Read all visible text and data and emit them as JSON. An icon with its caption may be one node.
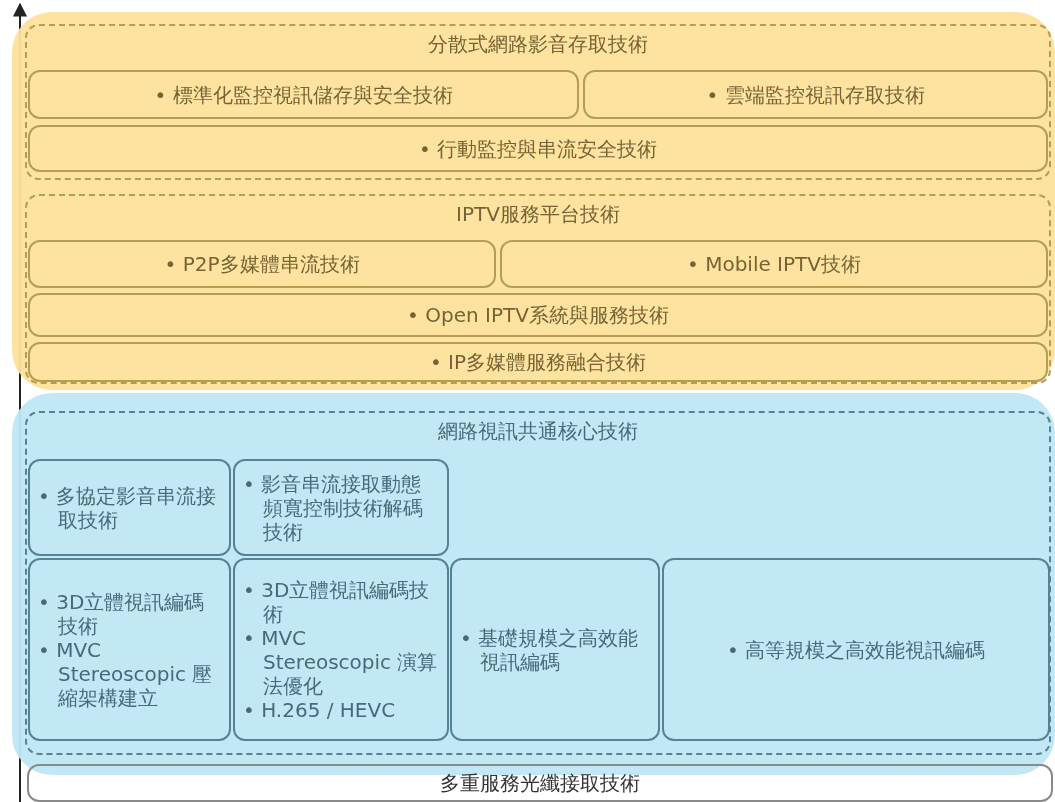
{
  "diagram": {
    "nodes": [
      {
        "text": [],
        "shape": "band"
      },
      {
        "text": [
          "分散式網路影音存取技術"
        ],
        "in": 0
      },
      {
        "text": [
          "• 標準化監控視訊儲存與安全技術"
        ],
        "in": 1
      },
      {
        "text": [
          "• 雲端監控視訊存取技術"
        ],
        "in": 1
      },
      {
        "text": [
          "• 行動監控與串流安全技術"
        ],
        "in": 1
      },
      {
        "text": [
          "IPTV服務平台技術"
        ],
        "in": 0
      },
      {
        "text": [
          "• P2P多媒體串流技術"
        ],
        "in": 5
      },
      {
        "text": [
          "• Mobile IPTV技術"
        ],
        "in": 5
      },
      {
        "text": [
          "• Open IPTV系統與服務技術"
        ],
        "in": 5
      },
      {
        "text": [
          "• IP多媒體服務融合技術"
        ],
        "in": 5
      },
      {
        "text": [],
        "shape": "band"
      },
      {
        "text": [
          "網路視訊共通核心技術"
        ],
        "in": 10
      },
      {
        "text": [
          "• 多協定影音串流接取技術"
        ],
        "in": 11
      },
      {
        "text": [
          "• 影音串流接取動態頻寬控制技術解碼技術"
        ],
        "in": 11
      },
      {
        "text": [
          "• 3D立體視訊編碼技術",
          "• MVC Stereoscopic 壓縮架構建立"
        ],
        "in": 11
      },
      {
        "text": [
          "• 3D立體視訊編碼技術",
          "• MVC Stereoscopic 演算法優化",
          "• H.265 / HEVC"
        ],
        "in": 11
      },
      {
        "text": [
          "• 基礎規模之高效能視訊編碼"
        ],
        "in": 11
      },
      {
        "text": [
          "• 高等規模之高效能視訊編碼"
        ],
        "in": 11
      },
      {
        "text": [
          "多重服務光纖接取技術"
        ]
      }
    ],
    "edges": [
      {
        "from": 18,
        "to": 0,
        "arrow": "to"
      }
    ]
  }
}
